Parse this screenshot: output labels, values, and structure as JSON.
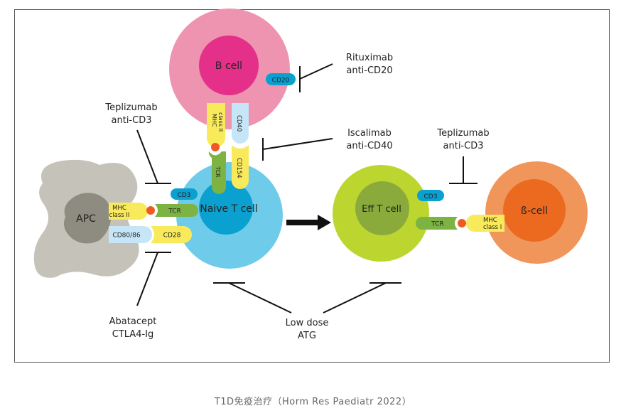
{
  "caption": "T1D免疫治疗（Horm Res Paediatr 2022）",
  "cells": {
    "b_cell": "B cell",
    "naive_t": "Naive T cell",
    "apc": "APC",
    "eff_t": "Eff T cell",
    "beta": "ß-cell"
  },
  "molecules": {
    "cd20": "CD20",
    "mhc_ii_top_1": "MHC",
    "mhc_ii_top_2": "class II",
    "cd40": "CD40",
    "tcr_top": "TCR",
    "cd154": "CD154",
    "cd3_left": "CD3",
    "mhc_ii_left_1": "MHC",
    "mhc_ii_left_2": "class II",
    "tcr_left": "TCR",
    "cd80": "CD80/86",
    "cd28": "CD28",
    "cd3_right": "CD3",
    "tcr_right": "TCR",
    "mhc_i_1": "MHC",
    "mhc_i_2": "class I"
  },
  "drugs": {
    "rituximab": [
      "Rituximab",
      "anti-CD20"
    ],
    "teplizumab_left": [
      "Teplizumab",
      "anti-CD3"
    ],
    "iscalimab": [
      "Iscalimab",
      "anti-CD40"
    ],
    "teplizumab_right": [
      "Teplizumab",
      "anti-CD3"
    ],
    "abatacept": [
      "Abatacept",
      "CTLA4-Ig"
    ],
    "atg": [
      "Low dose",
      "ATG"
    ]
  },
  "colors": {
    "b_outer": "#ee93b0",
    "b_inner": "#e5308a",
    "t_outer": "#6ecbea",
    "t_inner": "#0aa0cf",
    "apc_outer": "#c5c3b9",
    "apc_inner": "#8e8c81",
    "eff_outer": "#bcd52f",
    "eff_inner": "#8aab3b",
    "beta_outer": "#f0965a",
    "beta_inner": "#ec6a1f",
    "yellow": "#f9ea5c",
    "green": "#7cb342",
    "lightblue": "#c6e6f7",
    "cd": "#0aa0cf",
    "dot": "#ef5a24"
  }
}
